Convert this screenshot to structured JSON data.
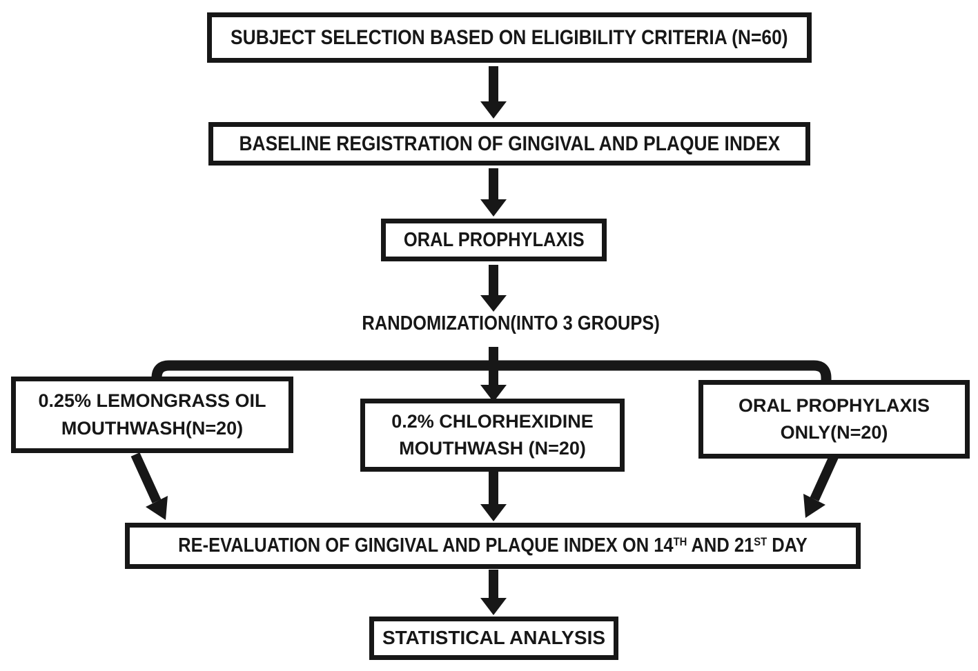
{
  "diagram": {
    "colors": {
      "ink": "#171717",
      "paper": "#ffffff"
    },
    "nodes": {
      "subject_selection": {
        "label": "SUBJECT SELECTION BASED ON ELIGIBILITY CRITERIA (N=60)"
      },
      "baseline_registration": {
        "label": "BASELINE REGISTRATION OF GINGIVAL AND PLAQUE INDEX"
      },
      "oral_prophylaxis": {
        "label": "ORAL PROPHYLAXIS"
      },
      "randomization": {
        "label": "RANDOMIZATION(INTO 3 GROUPS)"
      },
      "lemongrass": {
        "line1": "0.25% LEMONGRASS OIL",
        "line2": "MOUTHWASH(N=20)"
      },
      "chlorhexidine": {
        "line1": "0.2% CHLORHEXIDINE",
        "line2": "MOUTHWASH (N=20)"
      },
      "oral_prophylaxis_only": {
        "line1": "ORAL PROPHYLAXIS",
        "line2": "ONLY(N=20)"
      },
      "reevaluation": {
        "part1": "RE-EVALUATION OF GINGIVAL AND PLAQUE INDEX ON 14",
        "sup1": "TH",
        "part2": " AND 21",
        "sup2": "ST",
        "part3": " DAY"
      },
      "statistical_analysis": {
        "label": "STATISTICAL ANALYSIS"
      }
    }
  }
}
